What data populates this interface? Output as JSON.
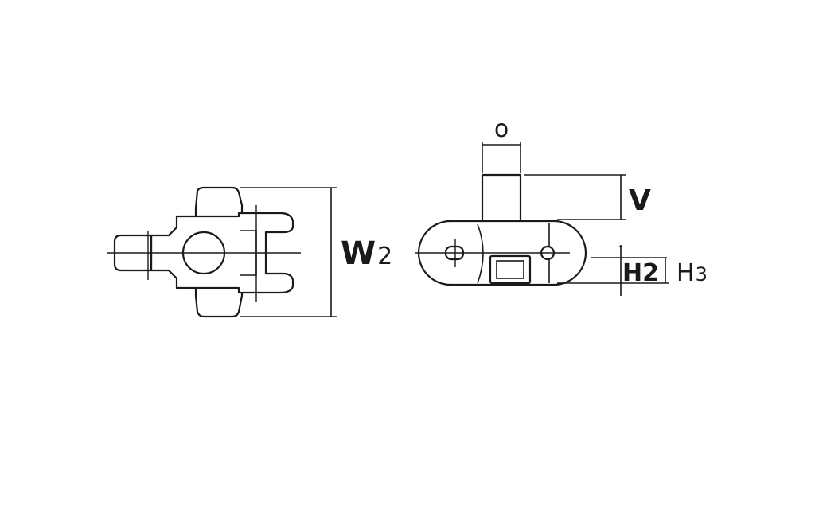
{
  "labels": {
    "w2": {
      "main": "W",
      "sub": "2"
    },
    "o": "o",
    "v": "V",
    "h2": "H2",
    "h3": {
      "main": "H",
      "sub": "3"
    }
  }
}
